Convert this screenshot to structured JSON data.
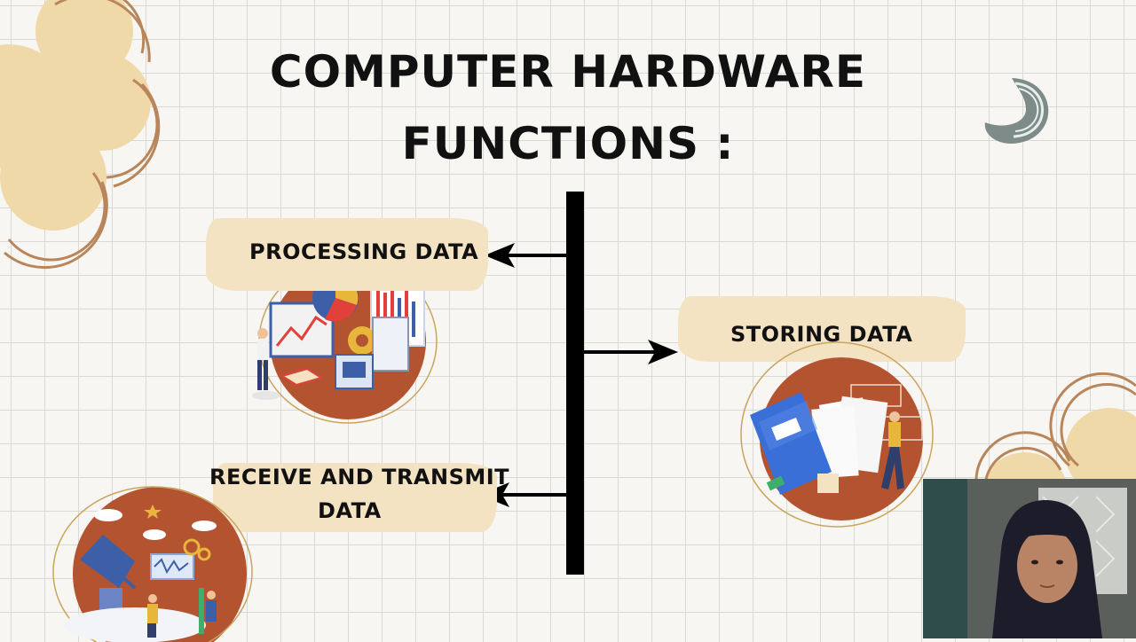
{
  "title": {
    "line1": "COMPUTER HARDWARE",
    "line2": "FUNCTIONS :"
  },
  "nodes": {
    "processing": "PROCESSING DATA",
    "storing": "STORING DATA",
    "receive_line1": "RECEIVE AND TRANSMIT",
    "receive_line2": "DATA"
  },
  "colors": {
    "brush": "#f4e3c3",
    "circle": "#b3532f",
    "connector": "#000000",
    "decor": "#e8c990"
  },
  "icons": {
    "processing": "data-analytics-illustration",
    "storing": "file-storage-illustration",
    "receive": "satellite-dish-illustration"
  }
}
